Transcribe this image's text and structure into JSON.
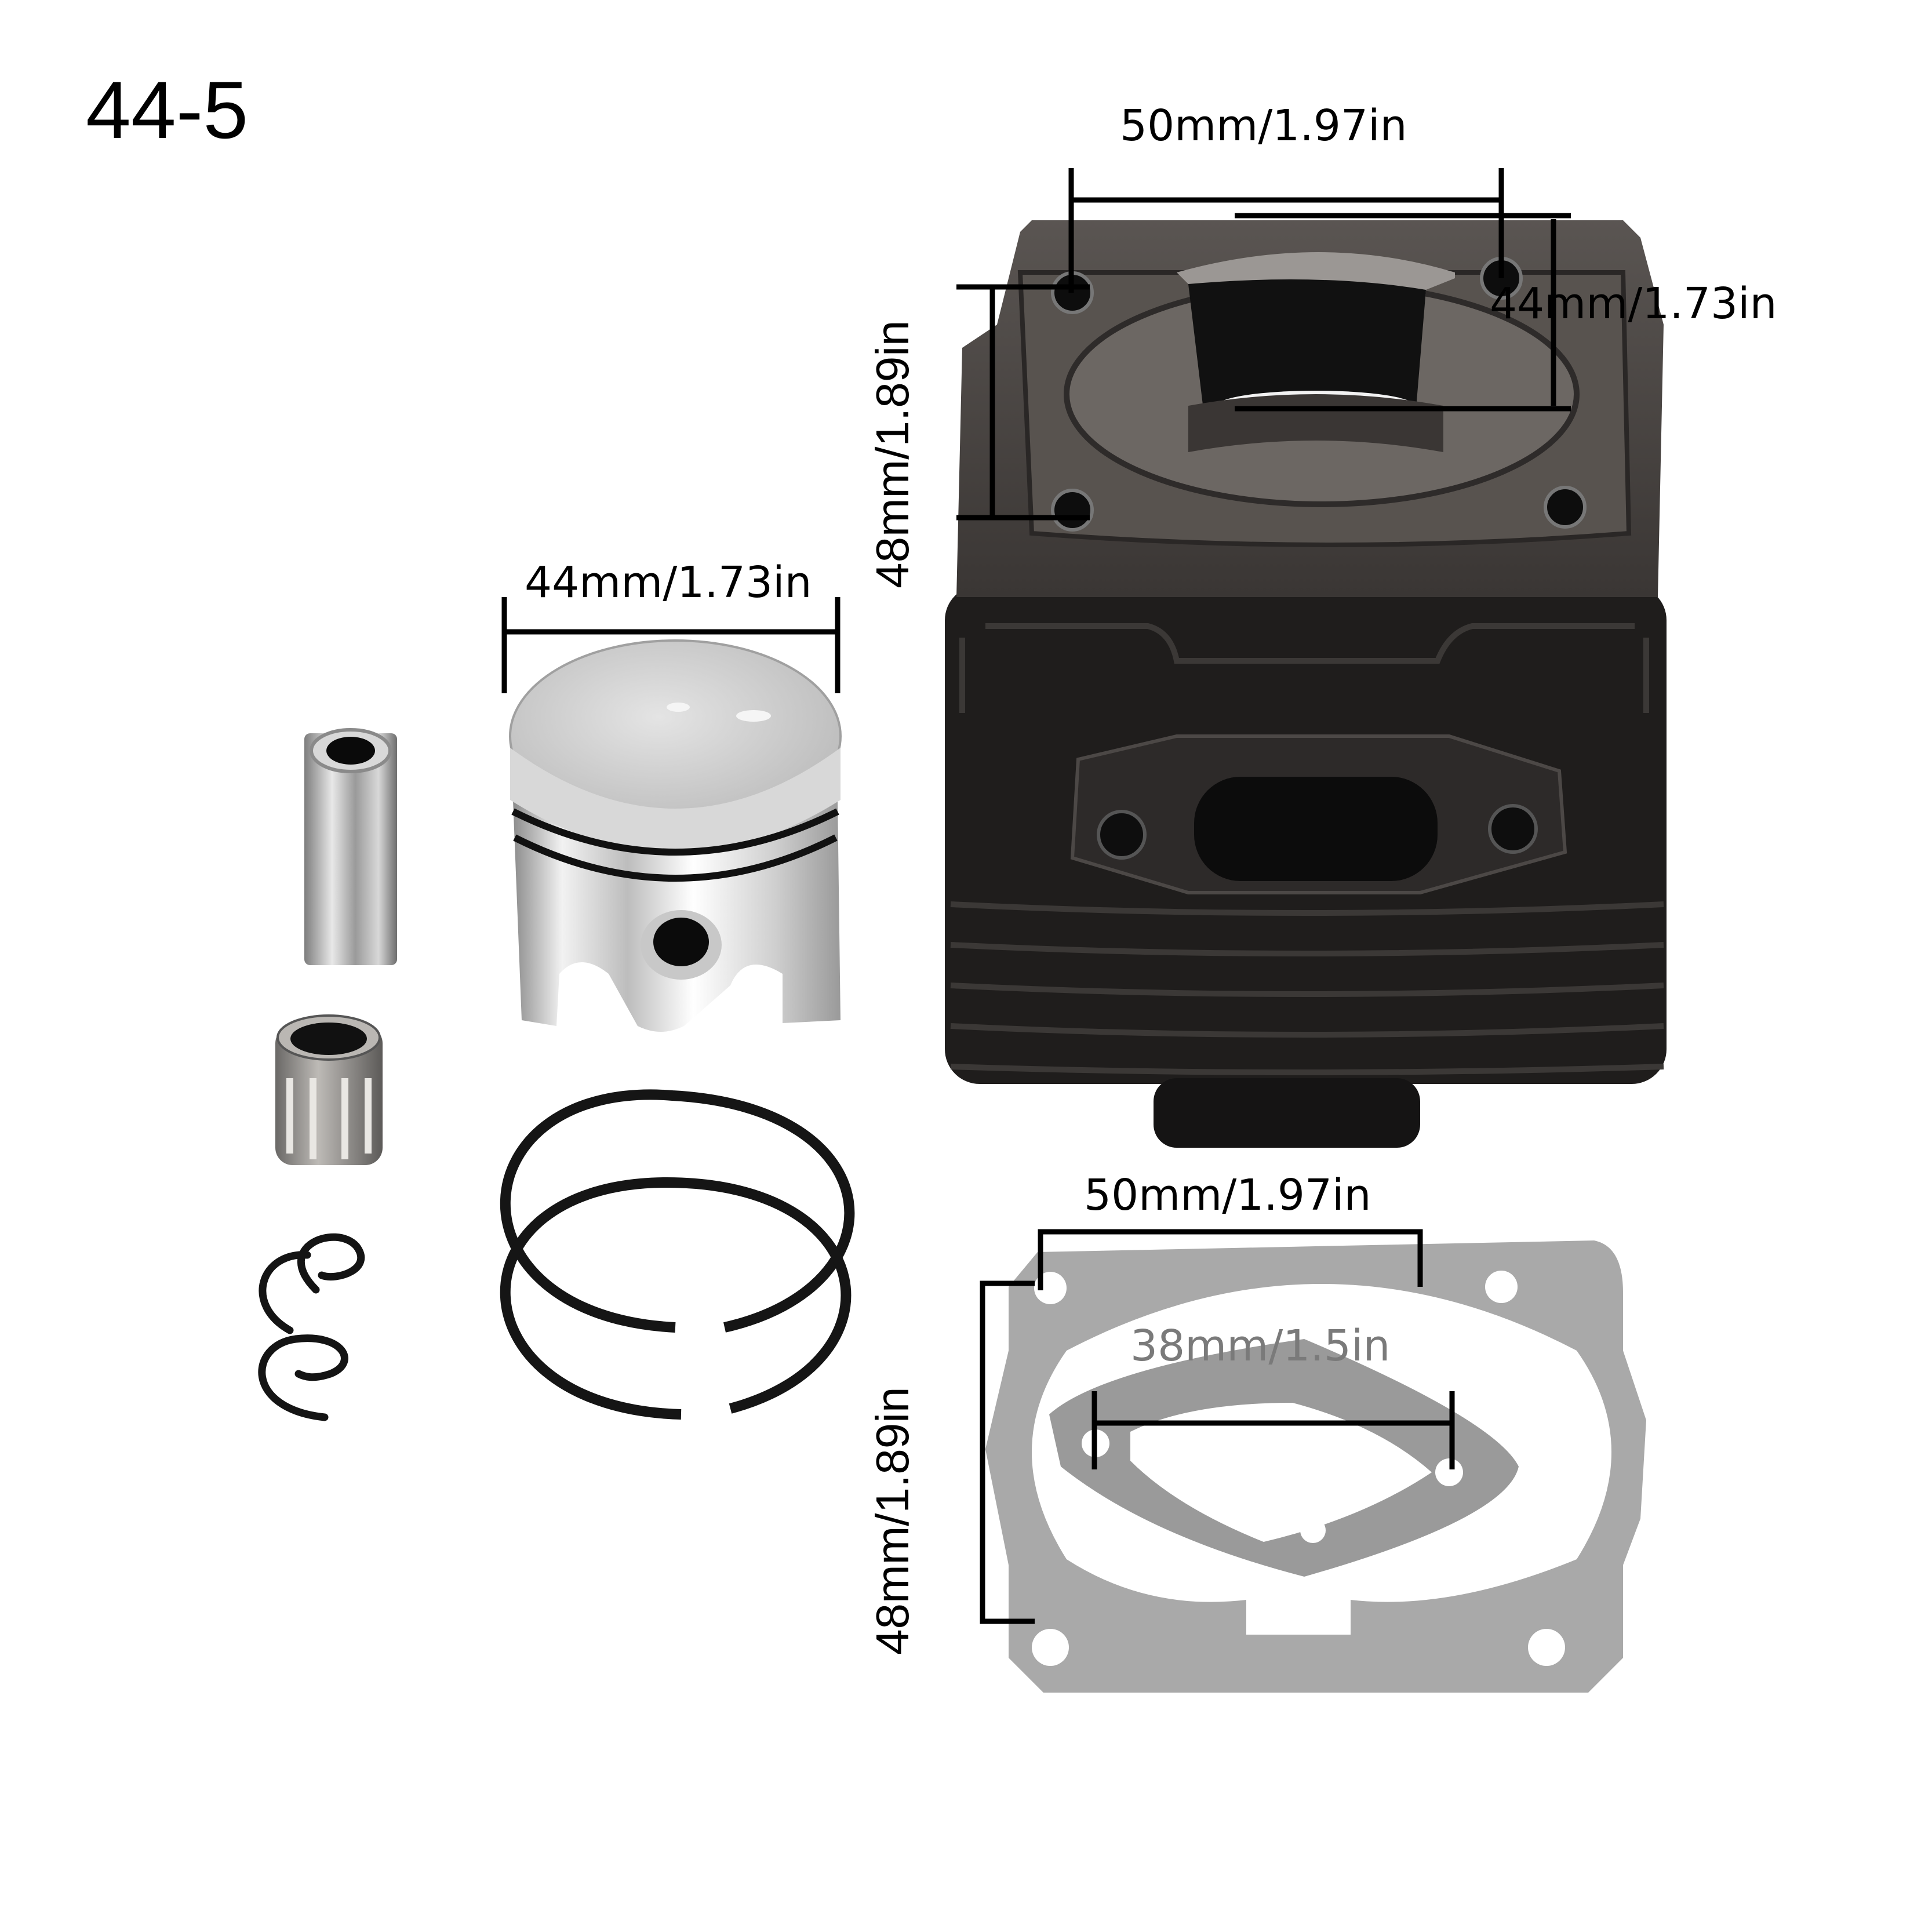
{
  "product": {
    "model_label": "44-5",
    "description": "Cylinder piston kit with gaskets, piston pin, needle bearing, circlips and piston rings"
  },
  "parts": [
    {
      "id": "cylinder",
      "name": "Cylinder"
    },
    {
      "id": "piston",
      "name": "Piston"
    },
    {
      "id": "piston-pin",
      "name": "Piston pin"
    },
    {
      "id": "needle-bearing",
      "name": "Needle bearing"
    },
    {
      "id": "circlips",
      "name": "Circlips",
      "count": 2
    },
    {
      "id": "piston-rings",
      "name": "Piston rings",
      "count": 2
    },
    {
      "id": "base-gasket",
      "name": "Cylinder base gasket"
    },
    {
      "id": "exhaust-gasket",
      "name": "Exhaust gasket"
    }
  ],
  "dimensions": {
    "cylinder_top_width": "50mm/1.97in",
    "cylinder_top_height": "48mm/1.89in",
    "cylinder_bore": "44mm/1.73in",
    "piston_diameter": "44mm/1.73in",
    "gasket_width": "50mm/1.97in",
    "gasket_height": "48mm/1.89in",
    "exhaust_gasket_hole_spacing": "38mm/1.5in"
  },
  "colors": {
    "background": "#ffffff",
    "annotation": "#000000",
    "annotation_gray": "#7a7a7a",
    "cylinder_dark": "#1e1c1c",
    "cylinder_mid": "#4a4644",
    "piston_silver": "#d6d6d6",
    "gasket_gray": "#a9a9a9"
  }
}
